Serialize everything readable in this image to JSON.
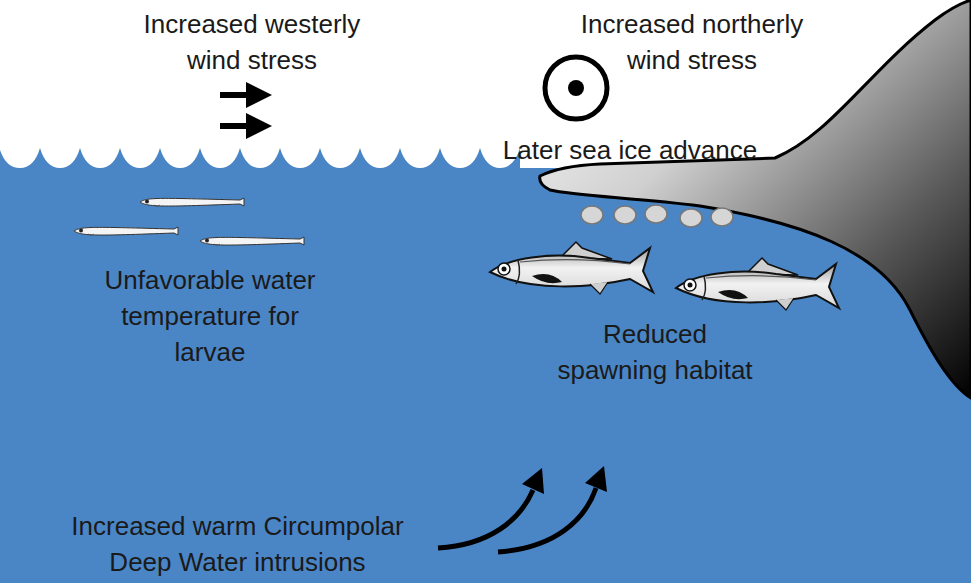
{
  "diagram": {
    "labels": [
      "Increased westerly wind stress",
      "Increased northerly wind stress",
      "Later sea ice advance",
      "Unfavorable water temperature for larvae",
      "Reduced spawning habitat",
      "Increased warm Circumpolar Deep Water intrusions"
    ]
  }
}
